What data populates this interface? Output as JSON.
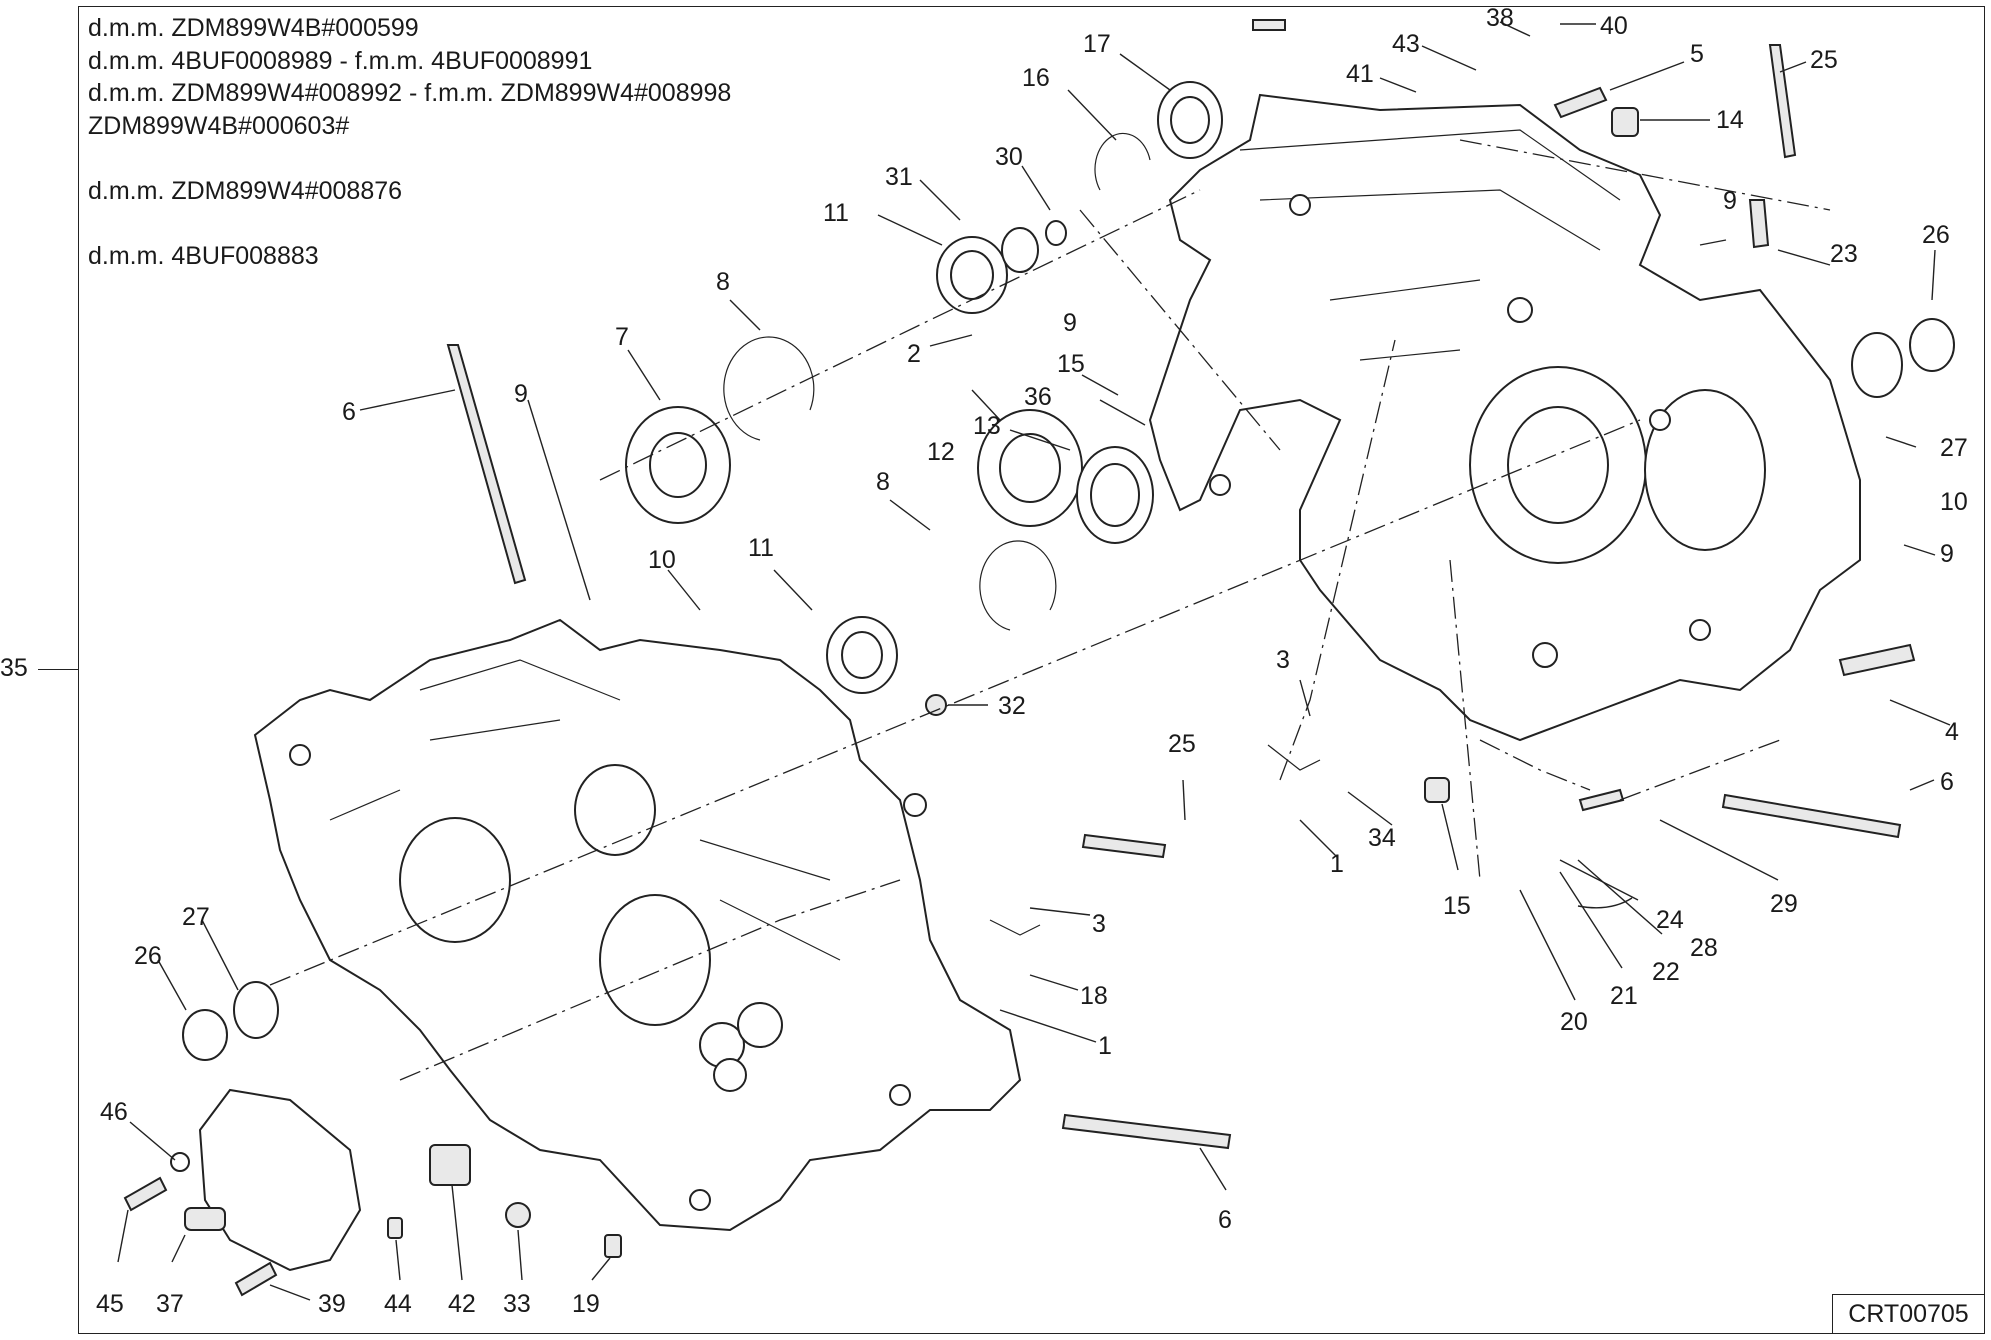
{
  "notes": [
    "d.m.m. ZDM899W4B#000599",
    "d.m.m. 4BUF0008989 - f.m.m. 4BUF0008991",
    "d.m.m. ZDM899W4#008992 - f.m.m. ZDM899W4#008998",
    "ZDM899W4B#000603#",
    "",
    "d.m.m. ZDM899W4#008876",
    "",
    "d.m.m. 4BUF008883"
  ],
  "side_callout": "35",
  "diagram_code": "CRT00705",
  "callouts": [
    "38",
    "40",
    "43",
    "5",
    "41",
    "25",
    "14",
    "17",
    "16",
    "30",
    "31",
    "11",
    "9",
    "23",
    "26",
    "2",
    "9",
    "15",
    "36",
    "13",
    "12",
    "8",
    "7",
    "6",
    "9",
    "10",
    "11",
    "8",
    "27",
    "10",
    "9",
    "3",
    "32",
    "25",
    "4",
    "34",
    "1",
    "6",
    "15",
    "29",
    "24",
    "28",
    "22",
    "21",
    "20",
    "3",
    "18",
    "1",
    "27",
    "26",
    "6",
    "46",
    "45",
    "37",
    "39",
    "44",
    "42",
    "33",
    "19"
  ]
}
